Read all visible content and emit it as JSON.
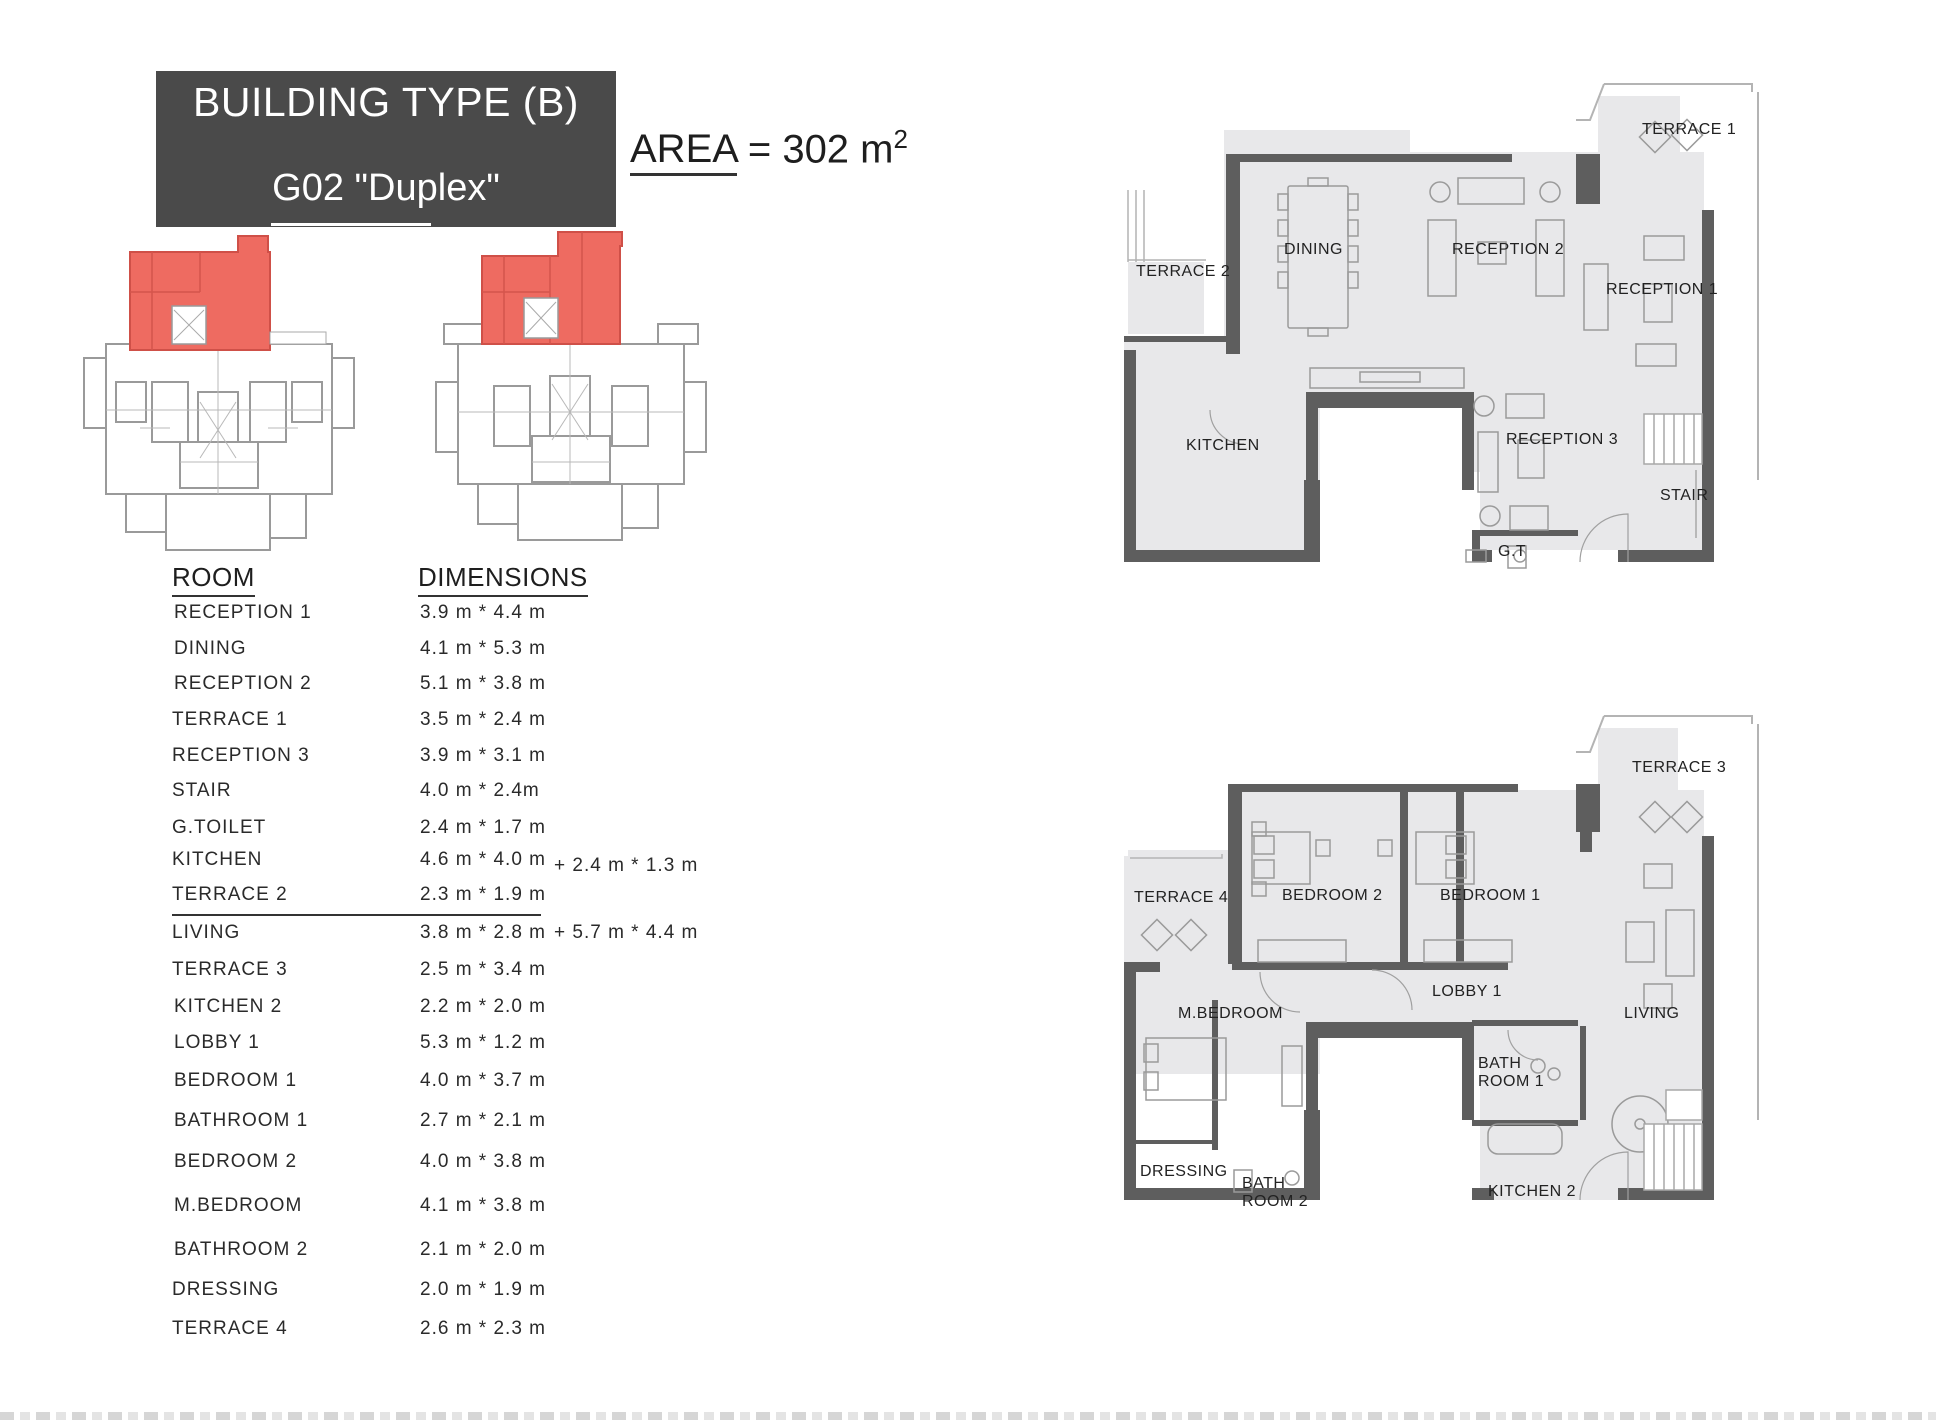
{
  "header": {
    "title_line1": "BUILDING TYPE (B)",
    "title_line2": "G02 \"Duplex\"",
    "area_label": "AREA",
    "area_value": "= 302 m",
    "area_exp": "2"
  },
  "table": {
    "col_room": "ROOM",
    "col_dimensions": "DIMENSIONS",
    "rows": [
      {
        "room": "RECEPTION 1",
        "dim": "3.9 m * 4.4 m",
        "extra": ""
      },
      {
        "room": "DINING",
        "dim": "4.1 m * 5.3 m",
        "extra": ""
      },
      {
        "room": "RECEPTION 2",
        "dim": "5.1 m * 3.8 m",
        "extra": ""
      },
      {
        "room": "TERRACE 1",
        "dim": "3.5 m * 2.4 m",
        "extra": ""
      },
      {
        "room": "RECEPTION 3",
        "dim": "3.9 m * 3.1 m",
        "extra": ""
      },
      {
        "room": "STAIR",
        "dim": "4.0 m * 2.4m",
        "extra": ""
      },
      {
        "room": "G.TOILET",
        "dim": "2.4 m * 1.7 m",
        "extra": ""
      },
      {
        "room": "KITCHEN",
        "dim": "4.6 m * 4.0 m",
        "extra": "+ 2.4 m * 1.3 m"
      },
      {
        "room": "TERRACE 2",
        "dim": "2.3 m * 1.9 m",
        "extra": ""
      },
      {
        "room": "LIVING",
        "dim": "3.8 m * 2.8 m",
        "extra": "+ 5.7 m * 4.4 m"
      },
      {
        "room": "TERRACE 3",
        "dim": "2.5 m * 3.4 m",
        "extra": ""
      },
      {
        "room": "KITCHEN 2",
        "dim": "2.2 m * 2.0 m",
        "extra": ""
      },
      {
        "room": "LOBBY 1",
        "dim": "5.3 m * 1.2 m",
        "extra": ""
      },
      {
        "room": "BEDROOM 1",
        "dim": "4.0 m * 3.7 m",
        "extra": ""
      },
      {
        "room": "BATHROOM 1",
        "dim": "2.7 m * 2.1 m",
        "extra": ""
      },
      {
        "room": "BEDROOM 2",
        "dim": "4.0 m * 3.8 m",
        "extra": ""
      },
      {
        "room": "M.BEDROOM",
        "dim": "4.1 m * 3.8 m",
        "extra": ""
      },
      {
        "room": "BATHROOM 2",
        "dim": "2.1 m * 2.0 m",
        "extra": ""
      },
      {
        "room": "DRESSING",
        "dim": "2.0 m * 1.9 m",
        "extra": ""
      },
      {
        "room": "TERRACE 4",
        "dim": "2.6 m * 2.3 m",
        "extra": ""
      }
    ]
  },
  "ground_floor": {
    "terrace1": "TERRACE 1",
    "terrace2": "TERRACE 2",
    "dining": "DINING",
    "reception2": "RECEPTION 2",
    "reception1": "RECEPTION 1",
    "kitchen": "KITCHEN",
    "reception3": "RECEPTION 3",
    "stair": "STAIR",
    "gt": "G.T"
  },
  "first_floor": {
    "terrace3": "TERRACE 3",
    "terrace4": "TERRACE 4",
    "bedroom2": "BEDROOM 2",
    "bedroom1": "BEDROOM 1",
    "lobby1": "LOBBY 1",
    "mbedroom": "M.BEDROOM",
    "living": "LIVING",
    "bath1_a": "BATH",
    "bath1_b": "ROOM 1",
    "dressing": "DRESSING",
    "bath2_a": "BATH",
    "bath2_b": "ROOM 2",
    "kitchen2": "KITCHEN 2"
  },
  "colors": {
    "title_bg": "#4a4a4a",
    "highlight": "#ee6b61",
    "floor_fill": "#e8e8ea",
    "wall": "#5e5e5e"
  }
}
